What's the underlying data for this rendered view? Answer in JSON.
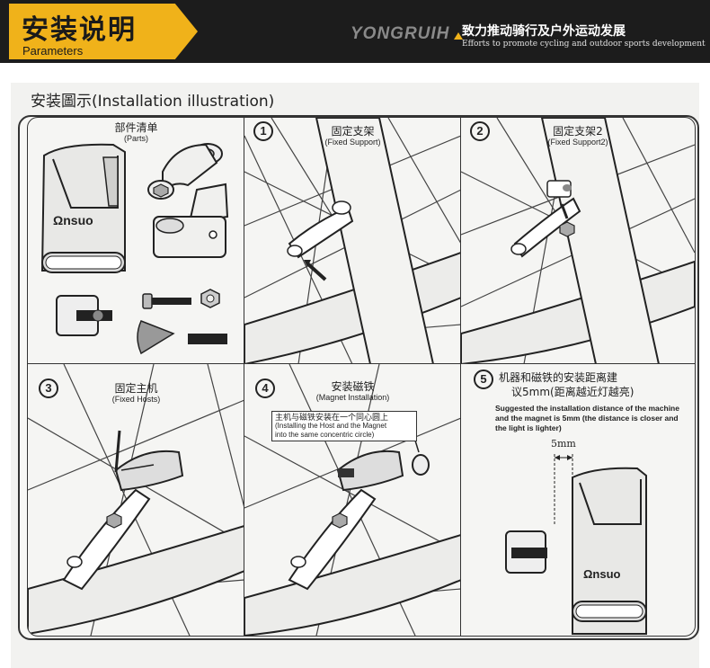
{
  "header": {
    "title": "安装说明",
    "subtitle": "Parameters",
    "brand": "YONGRUIH",
    "slogan_cn": "致力推动骑行及户外运动发展",
    "slogan_en": "Efforts to promote cycling and outdoor sports development",
    "accent_color": "#f0b21a",
    "bar_color": "#1c1c1c"
  },
  "sheet": {
    "title": "安装圖示(Installation illustration)"
  },
  "panels": [
    {
      "num": "",
      "title": "部件清单",
      "subtitle": "(Parts)",
      "brand_logo": "Ωnsuo"
    },
    {
      "num": "1",
      "title": "固定支架",
      "subtitle": "(Fixed Support)"
    },
    {
      "num": "2",
      "title": "固定支架2",
      "subtitle": "(Fixed Support2)"
    },
    {
      "num": "3",
      "title": "固定主机",
      "subtitle": "(Fixed Hosts)"
    },
    {
      "num": "4",
      "title": "安装磁铁",
      "subtitle": "(Magnet Installation)",
      "note": "主机与磁铁安装在一个同心圆上",
      "note_en_1": "(Installing the Host and the Magnet",
      "note_en_2": "into the same concentric circle)"
    },
    {
      "num": "5",
      "title": "机器和磁铁的安装距离建",
      "title2": "议5mm(距离越近灯越亮)",
      "desc_1": "Suggested the installation distance of the machine",
      "desc_2": "and the magnet is 5mm (the distance is closer and",
      "desc_3": "the light is lighter)",
      "distance": "5mm",
      "brand_logo": "Ωnsuo"
    }
  ]
}
